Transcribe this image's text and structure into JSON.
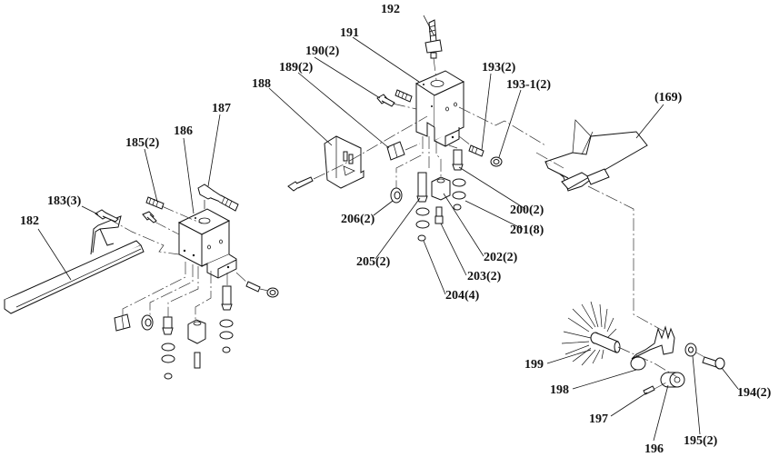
{
  "diagram": {
    "title": "Exploded parts diagram",
    "line_color": "#111111",
    "background": "#ffffff",
    "labels": {
      "p182": "182",
      "p183": "183(3)",
      "p185": "185(2)",
      "p186": "186",
      "p187": "187",
      "p188": "188",
      "p189": "189(2)",
      "p190": "190(2)",
      "p191": "191",
      "p192": "192",
      "p193": "193(2)",
      "p193_1": "193-1(2)",
      "p169": "(169)",
      "p200": "200(2)",
      "p201": "201(8)",
      "p202": "202(2)",
      "p203": "203(2)",
      "p204": "204(4)",
      "p205": "205(2)",
      "p206": "206(2)",
      "p194": "194(2)",
      "p195": "195(2)",
      "p196": "196",
      "p197": "197",
      "p198": "198",
      "p199": "199"
    }
  }
}
